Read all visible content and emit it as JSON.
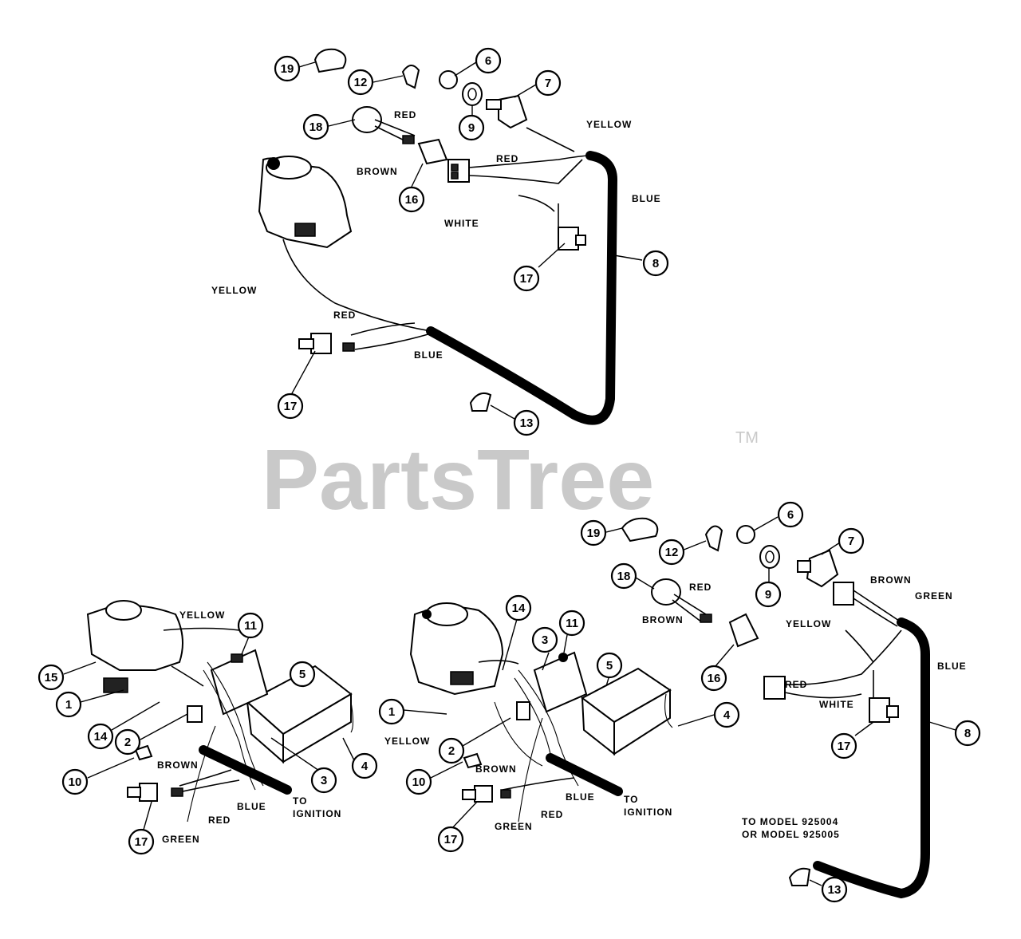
{
  "watermark": {
    "brand": "PartsTree",
    "tm": "TM"
  },
  "colors": {
    "ink": "#000000",
    "watermark": "#c9c9c9",
    "background": "#ffffff"
  },
  "top": {
    "callouts": [
      "19",
      "12",
      "6",
      "7",
      "9",
      "18",
      "16",
      "17",
      "8",
      "17",
      "13"
    ],
    "wires": {
      "red_a": "RED",
      "brown": "BROWN",
      "yellow_a": "YELLOW",
      "red_b": "RED",
      "blue_a": "BLUE",
      "white": "WHITE",
      "yellow_b": "YELLOW",
      "red_c": "RED",
      "blue_b": "BLUE"
    }
  },
  "bottom_left": {
    "callouts": [
      "11",
      "5",
      "15",
      "1",
      "14",
      "2",
      "10",
      "17",
      "3",
      "4"
    ],
    "wires": {
      "yellow": "YELLOW",
      "brown": "BROWN",
      "blue": "BLUE",
      "red": "RED",
      "green": "GREEN"
    },
    "to_ignition": [
      "TO",
      "IGNITION"
    ]
  },
  "bottom_mid": {
    "callouts": [
      "14",
      "11",
      "3",
      "5",
      "1",
      "2",
      "10",
      "17",
      "4"
    ],
    "wires": {
      "yellow": "YELLOW",
      "brown": "BROWN",
      "blue": "BLUE",
      "red": "RED",
      "green": "GREEN"
    },
    "to_ignition": [
      "TO",
      "IGNITION"
    ]
  },
  "bottom_right": {
    "callouts": [
      "19",
      "6",
      "12",
      "7",
      "18",
      "9",
      "16",
      "17",
      "8",
      "13"
    ],
    "wires": {
      "red": "RED",
      "brown_a": "BROWN",
      "brown_b": "BROWN",
      "green": "GREEN",
      "yellow": "YELLOW",
      "blue": "BLUE",
      "red_b": "RED",
      "white": "WHITE"
    },
    "note": [
      "TO MODEL 925004",
      "OR MODEL 925005"
    ]
  }
}
